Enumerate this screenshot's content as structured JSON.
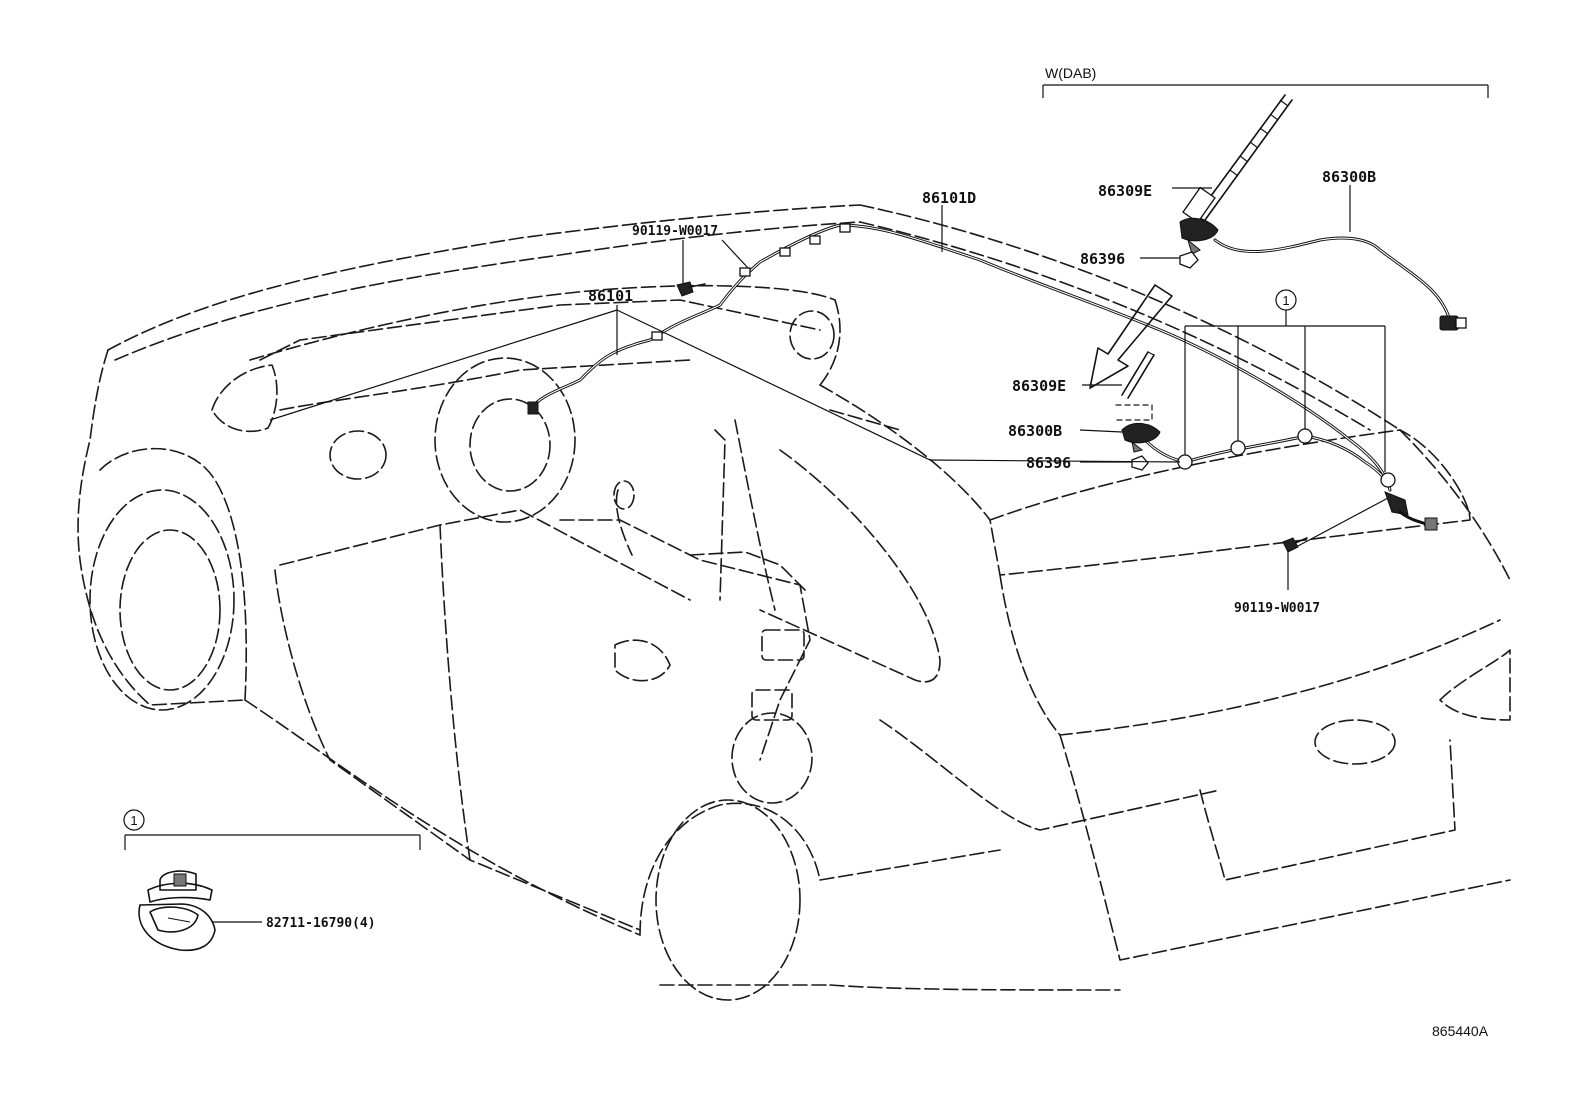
{
  "variant_bracket": {
    "label": "W(DAB)"
  },
  "parts": {
    "feeder_front": "86101",
    "feeder_roof": "86101D",
    "bolt_front": "90119-W0017",
    "bolt_rear": "90119-W0017",
    "pole_top": "86309E",
    "antenna_top": "86300B",
    "nut_top": "86396",
    "pole_lower": "86309E",
    "antenna_lower": "86300B",
    "nut_lower": "86396",
    "clamp": "82711-16790(4)"
  },
  "callouts": {
    "roof_clamps_ref": "1",
    "inset_ref": "1"
  },
  "footer": {
    "illustration_code": "865440A"
  },
  "colors": {
    "ink": "#111111",
    "paper": "#ffffff"
  }
}
